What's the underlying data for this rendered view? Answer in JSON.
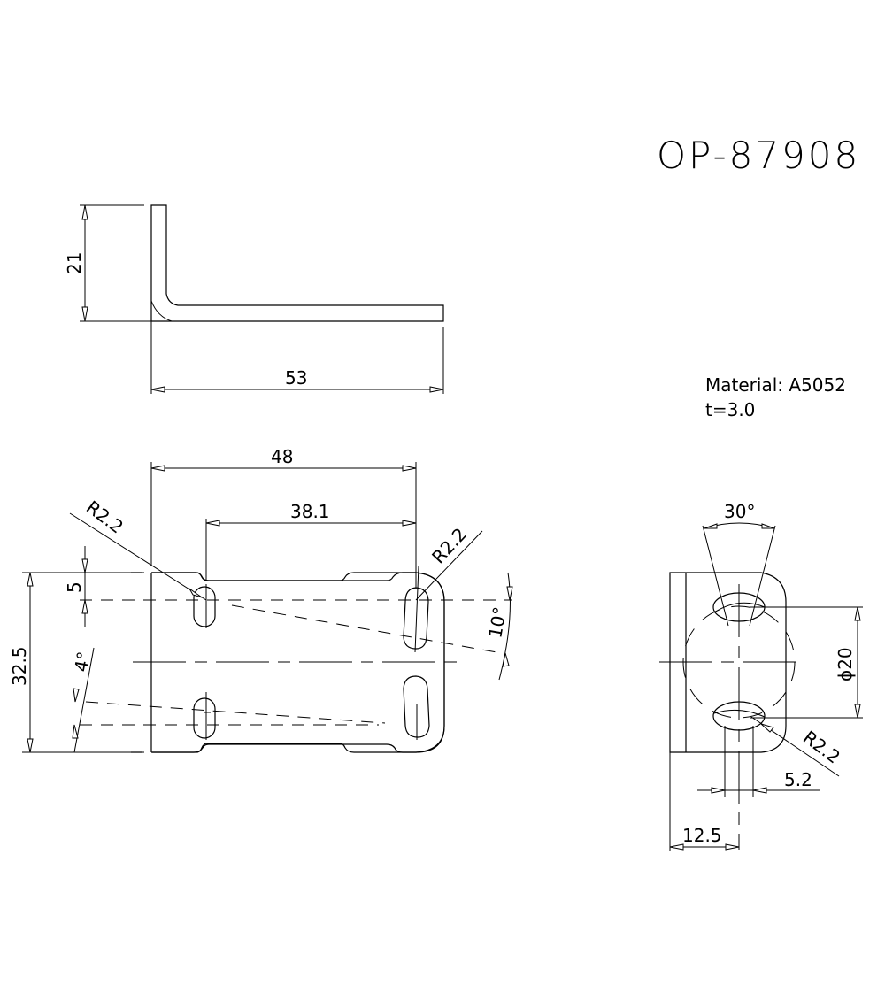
{
  "title": "OP-87908",
  "notes": {
    "material": "Material: A5052",
    "thickness": "t=3.0"
  },
  "side_view": {
    "height_dim": "21",
    "length_dim": "53"
  },
  "top_view": {
    "width_outer_dim": "48",
    "hole_spacing_dim": "38.1",
    "radius_left": "R2.2",
    "radius_right": "R2.2",
    "edge_offset_dim": "5",
    "overall_height_dim": "32.5",
    "angle_small": "4°",
    "angle_large": "10°"
  },
  "end_view": {
    "slot_angle": "30°",
    "diameter_dim": "ϕ20",
    "radius": "R2.2",
    "slot_width": "5.2",
    "offset_dim": "12.5"
  },
  "colors": {
    "line": "#000000",
    "background": "#ffffff"
  }
}
